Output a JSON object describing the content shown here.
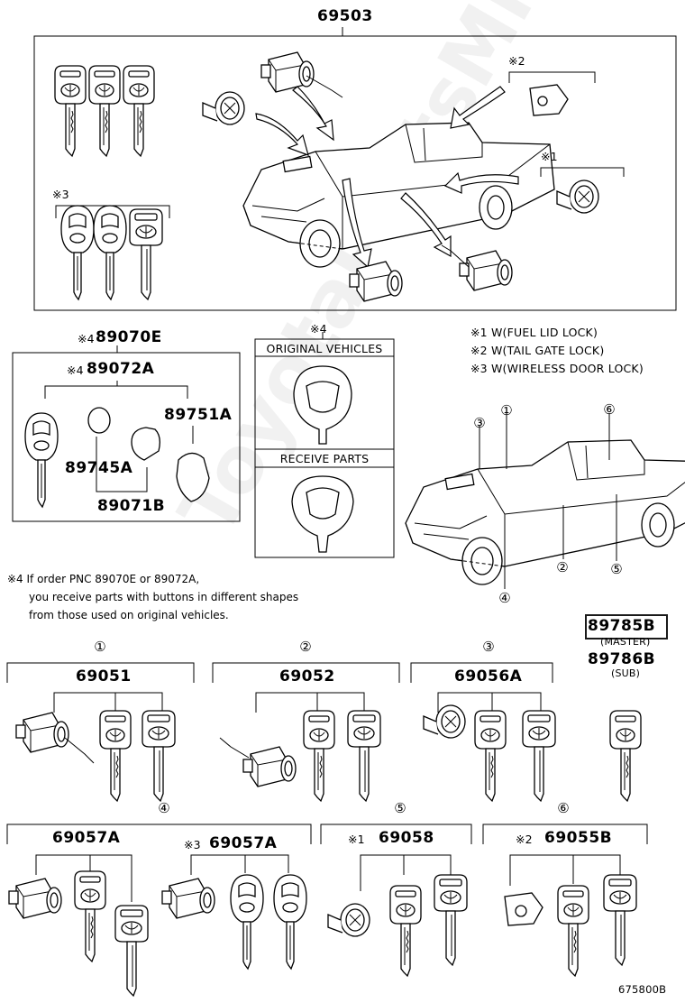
{
  "watermark": "ToyotaPartsMine.ru",
  "top": {
    "assembly_code": "69503",
    "note_2": "※2",
    "note_1": "※1",
    "note_3": "※3"
  },
  "key_group": {
    "outer_code": "89070E",
    "outer_mark": "※4",
    "inner_code": "89072A",
    "inner_mark": "※4",
    "plate_code": "89751A",
    "battery_code": "89745A",
    "cover_code": "89071B"
  },
  "compare": {
    "mark": "※4",
    "original_label": "ORIGINAL VEHICLES",
    "receive_label": "RECEIVE PARTS"
  },
  "legend": [
    "※1 W(FUEL LID LOCK)",
    "※2 W(TAIL GATE LOCK)",
    "※3 W(WIRELESS DOOR LOCK)"
  ],
  "callouts": [
    "③",
    "①",
    "⑥",
    "②",
    "⑤",
    "④"
  ],
  "footnote": [
    "※4 If order PNC 89070E or 89072A,",
    "you receive parts with buttons in different shapes",
    "from those used on original vehicles."
  ],
  "master": {
    "code": "89785B",
    "master_label": "(MASTER)",
    "sub_code": "89786B",
    "sub_label": "(SUB)"
  },
  "sets": [
    {
      "num": "①",
      "code": "69051"
    },
    {
      "num": "②",
      "code": "69052"
    },
    {
      "num": "③",
      "code": "69056A"
    },
    {
      "num": "④",
      "code": "69057A"
    },
    {
      "num": "",
      "mark": "※3",
      "code": "69057A"
    },
    {
      "num": "⑤",
      "mark": "※1",
      "code": "69058"
    },
    {
      "num": "⑥",
      "mark": "※2",
      "code": "69055B"
    }
  ],
  "diagram_id": "675800B"
}
